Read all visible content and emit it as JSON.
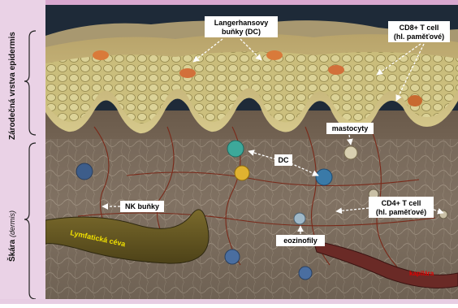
{
  "side_labels": {
    "epidermis": "Zárodečná vrstva epidermis",
    "dermis_main": "Škára",
    "dermis_latin": "(dermis)"
  },
  "callouts": {
    "langerhans_line1": "Langerhansovy",
    "langerhans_line2": "buňky (DC)",
    "cd8_line1": "CD8+ T cell",
    "cd8_line2": "(hl. paměťové)",
    "mastocyty": "mastocyty",
    "dc": "DC",
    "cd4_line1": "CD4+ T cell",
    "cd4_line2": "(hl. paměťové)",
    "nk": "NK buňky",
    "eozinofily": "eozinofily",
    "lymph": "Lymfatická céva",
    "kapilara": "kapilára"
  },
  "colors": {
    "label_background": "#ffffff",
    "lymph_text": "#f0e000",
    "kapilara_text": "#e00000",
    "side_panel": "#ead2e6"
  }
}
